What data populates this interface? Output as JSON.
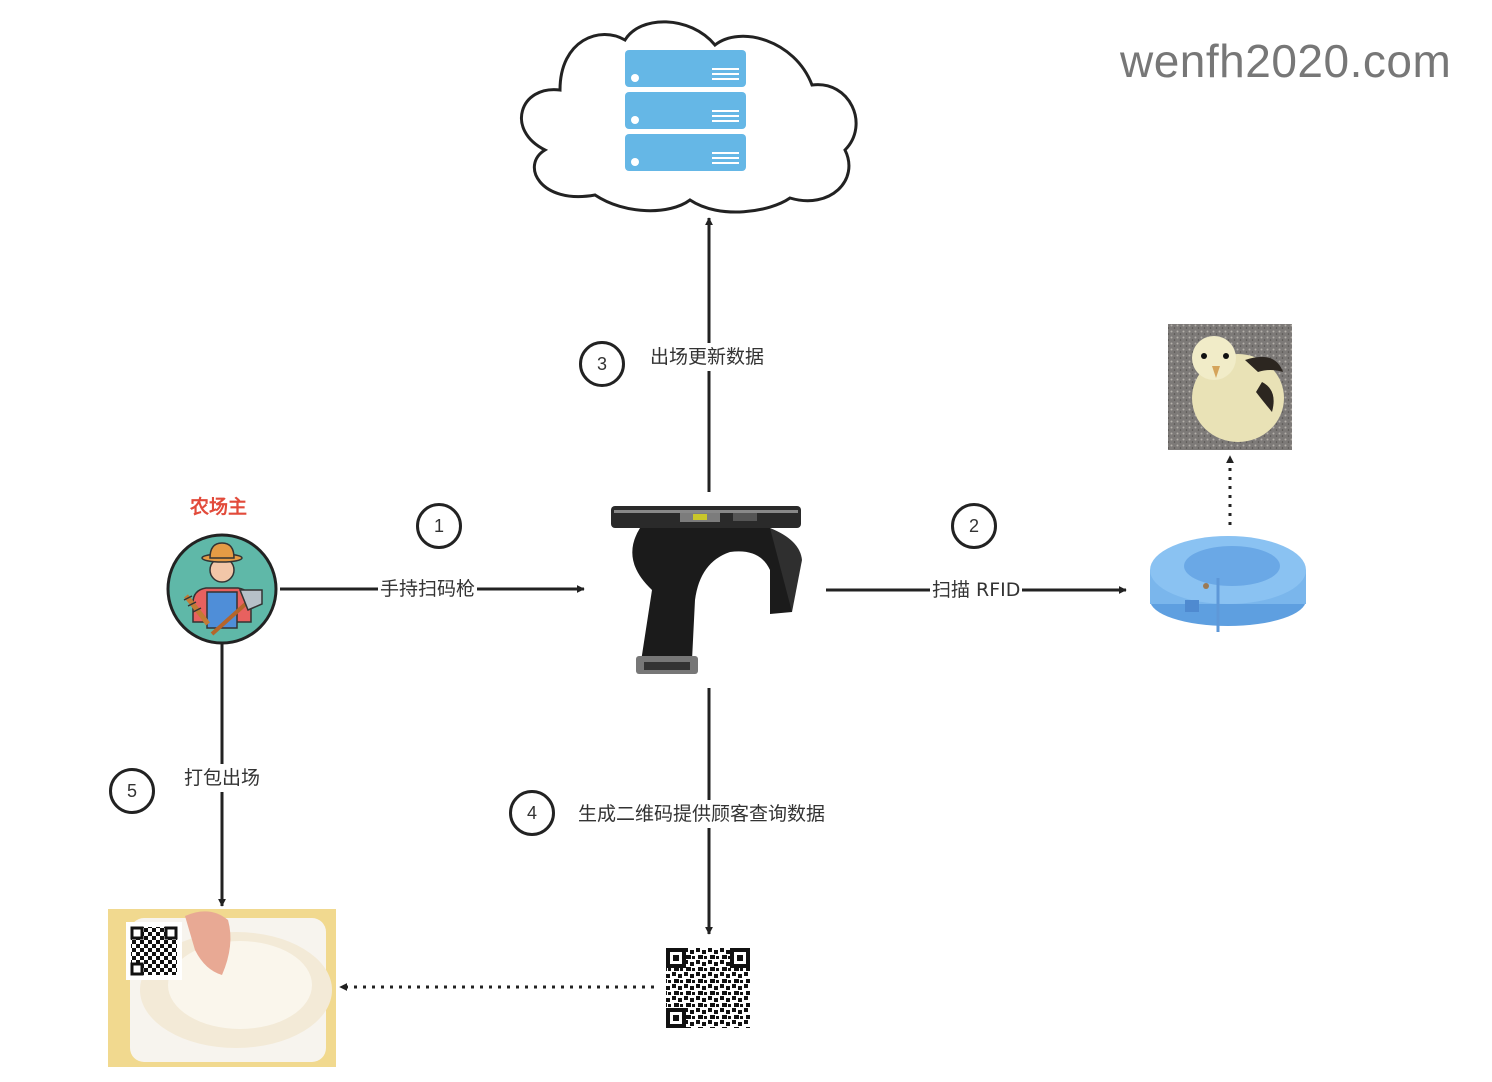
{
  "watermark": "wenfh2020.com",
  "nodes": {
    "cloud_server": {
      "label": "cloud-server",
      "server_units": 3,
      "color": "#65b7e6"
    },
    "farmer": {
      "role_label": "农场主",
      "role_color": "#e24b3b",
      "avatar_bg": "#5fb8a8"
    },
    "scanner": {
      "label": "handheld-rfid-scanner"
    },
    "rfid_ring": {
      "label": "rfid-leg-ring",
      "color": "#7ab6ec"
    },
    "chick": {
      "label": "chick-photo"
    },
    "qr_code": {
      "label": "qr-code"
    },
    "packaged_chicken": {
      "label": "packaged-chicken-with-qr",
      "tray_color": "#f1d98f"
    }
  },
  "steps": [
    {
      "num": "1",
      "label": "手持扫码枪"
    },
    {
      "num": "2",
      "label": "扫描 RFID"
    },
    {
      "num": "3",
      "label": "出场更新数据"
    },
    {
      "num": "4",
      "label": "生成二维码提供顾客查询数据"
    },
    {
      "num": "5",
      "label": "打包出场"
    }
  ],
  "edges": [
    {
      "from": "farmer",
      "to": "scanner",
      "style": "solid",
      "step": "1"
    },
    {
      "from": "scanner",
      "to": "rfid_ring",
      "style": "solid",
      "step": "2"
    },
    {
      "from": "scanner",
      "to": "cloud_server",
      "style": "solid",
      "step": "3"
    },
    {
      "from": "scanner",
      "to": "qr_code",
      "style": "solid",
      "step": "4"
    },
    {
      "from": "farmer",
      "to": "packaged_chicken",
      "style": "solid",
      "step": "5"
    },
    {
      "from": "rfid_ring",
      "to": "chick",
      "style": "dotted"
    },
    {
      "from": "qr_code",
      "to": "packaged_chicken",
      "style": "dotted"
    }
  ]
}
